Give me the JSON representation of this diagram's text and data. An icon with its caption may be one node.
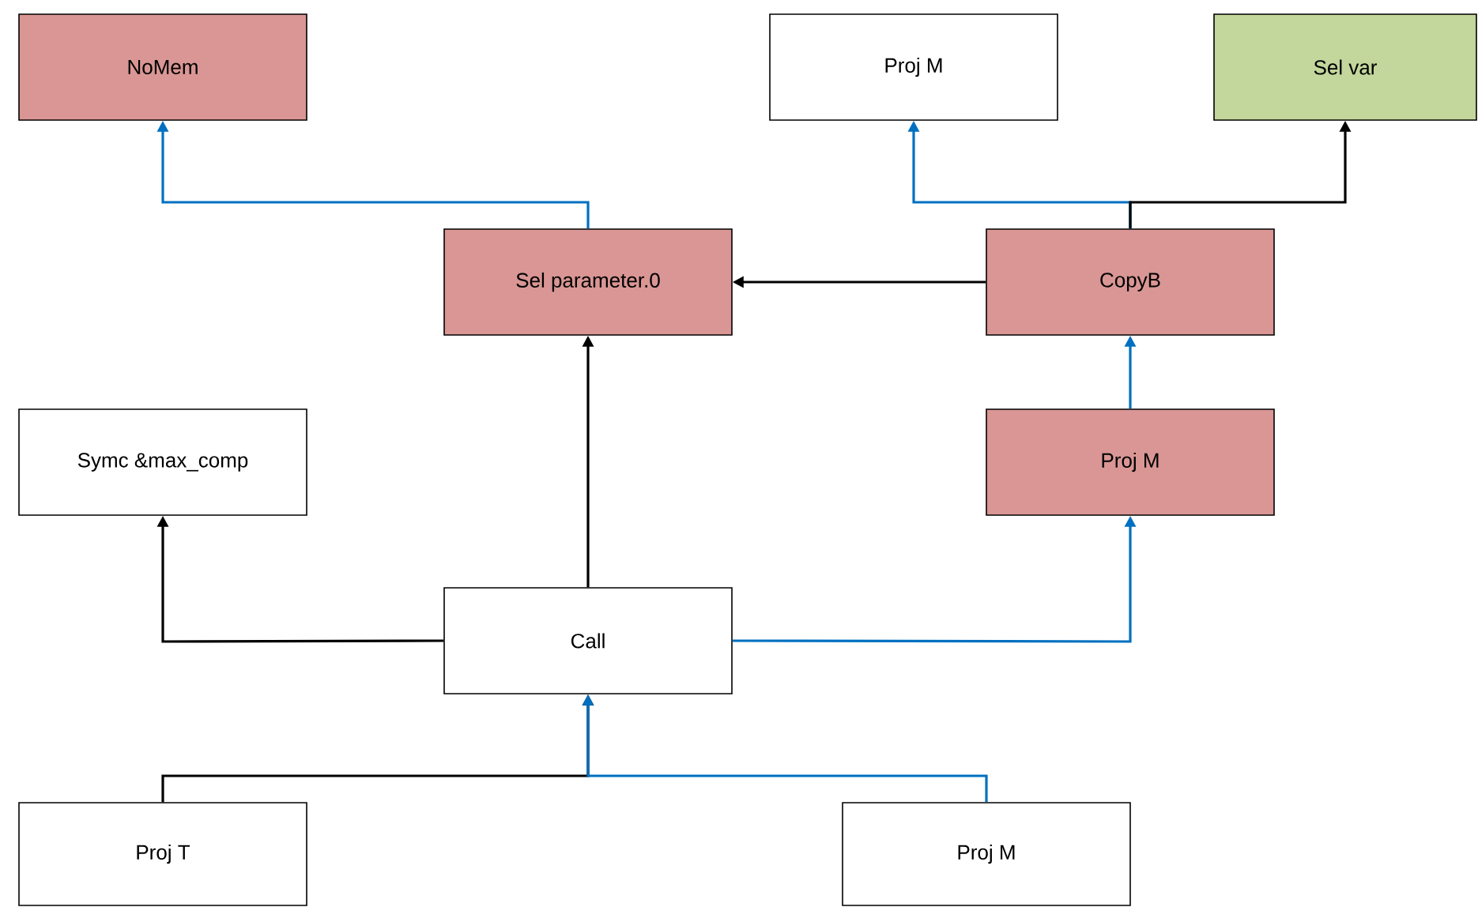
{
  "diagram": {
    "nodes": [
      {
        "text": [
          "NoMem"
        ]
      },
      {
        "text": [
          "Proj M"
        ]
      },
      {
        "text": [
          "Sel var"
        ]
      },
      {
        "text": [
          "Sel parameter.0"
        ]
      },
      {
        "text": [
          "CopyB"
        ]
      },
      {
        "text": [
          "Symc &max_comp"
        ]
      },
      {
        "text": [
          "Proj M"
        ]
      },
      {
        "text": [
          "Call"
        ]
      },
      {
        "text": [
          "Proj T"
        ]
      },
      {
        "text": [
          "Proj M"
        ]
      }
    ],
    "edges": [
      {
        "from": 3,
        "to": 0,
        "arrow": "to",
        "color": "#0070c0"
      },
      {
        "from": 4,
        "to": 1,
        "arrow": "to",
        "color": "#0070c0"
      },
      {
        "from": 4,
        "to": 2,
        "arrow": "to",
        "color": "#000000"
      },
      {
        "from": 4,
        "to": 3,
        "arrow": "to",
        "color": "#000000"
      },
      {
        "from": 6,
        "to": 4,
        "arrow": "to",
        "color": "#0070c0"
      },
      {
        "from": 7,
        "to": 3,
        "arrow": "to",
        "color": "#000000"
      },
      {
        "from": 7,
        "to": 5,
        "arrow": "to",
        "color": "#000000"
      },
      {
        "from": 7,
        "to": 6,
        "arrow": "to",
        "color": "#0070c0"
      },
      {
        "from": 8,
        "to": 7,
        "arrow": "to",
        "color": "#000000"
      },
      {
        "from": 9,
        "to": 7,
        "arrow": "to",
        "color": "#0070c0"
      }
    ]
  }
}
